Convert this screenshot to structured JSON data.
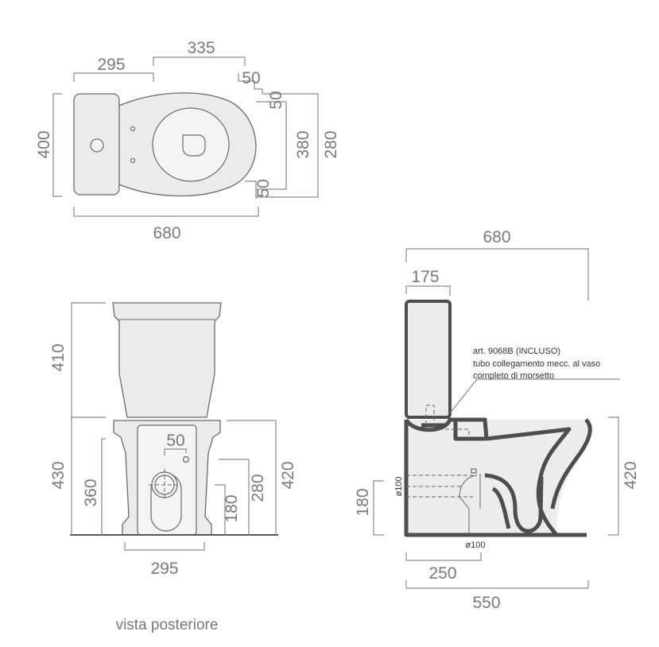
{
  "top_view": {
    "width_tank": "295",
    "width_bowl": "335",
    "offset_a": "50",
    "offset_b": "50",
    "offset_c": "50",
    "depth": "400",
    "total_length": "680",
    "fix_span": "380",
    "seat_width": "280"
  },
  "rear_view": {
    "tank_height": "410",
    "total_430": "430",
    "h_360": "360",
    "h_50": "50",
    "h_180": "180",
    "h_280": "280",
    "h_420": "420",
    "base_width": "295",
    "caption": "vista posteriore"
  },
  "side_view": {
    "total_length": "680",
    "tank_depth": "175",
    "height": "420",
    "outlet_height": "180",
    "pipe_diameter_v": "ø100",
    "pipe_diameter_h": "ø100",
    "outlet_distance": "250",
    "base_length": "550",
    "note_line1": "art. 9068B (INCLUSO)",
    "note_line2": "tubo collegamento mecc. al vaso",
    "note_line3": "completo di morsetto"
  }
}
